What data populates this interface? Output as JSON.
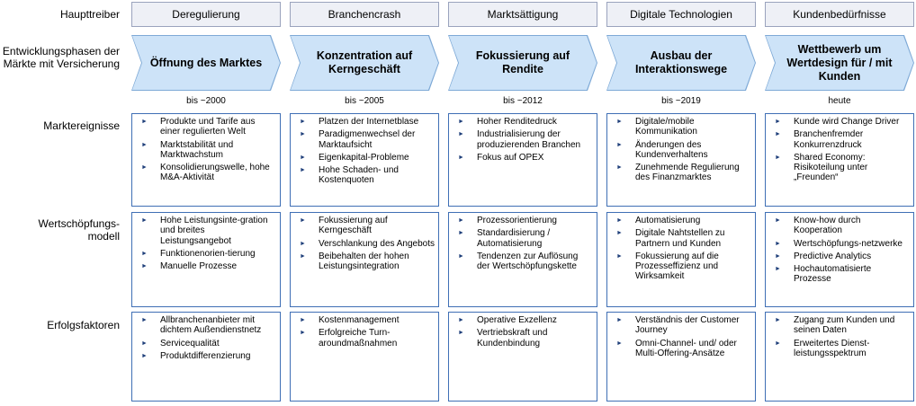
{
  "row_labels": {
    "drivers": "Haupttreiber",
    "phases": "Entwicklungsphasen der Märkte mit Versicherung",
    "events": "Marktereignisse",
    "value_chain": "Wertschöpfungs-modell",
    "success": "Erfolgsfaktoren"
  },
  "columns": [
    {
      "driver": "Deregulierung",
      "phase": "Öffnung des Marktes",
      "year": "bis ~2000",
      "events": [
        "Produkte und Tarife aus einer regulierten Welt",
        "Marktstabilität und Marktwachstum",
        "Konsolidierungswelle, hohe M&A-Aktivität"
      ],
      "value_chain": [
        "Hohe Leistungsinte-gration und breites Leistungsangebot",
        "Funktionenorien-tierung",
        "Manuelle Prozesse"
      ],
      "success": [
        "Allbranchenanbieter mit dichtem Außendienstnetz",
        "Servicequalität",
        "Produktdifferenzierung"
      ]
    },
    {
      "driver": "Branchencrash",
      "phase": "Konzentration auf Kerngeschäft",
      "year": "bis ~2005",
      "events": [
        "Platzen der Internetblase",
        "Paradigmenwechsel der Marktaufsicht",
        "Eigenkapital-Probleme",
        "Hohe Schaden- und Kostenquoten"
      ],
      "value_chain": [
        "Fokussierung auf Kerngeschäft",
        "Verschlankung des Angebots",
        "Beibehalten der hohen Leistungsintegration"
      ],
      "success": [
        "Kostenmanagement",
        "Erfolgreiche Turn-aroundmaßnahmen"
      ]
    },
    {
      "driver": "Marktsättigung",
      "phase": "Fokussierung auf Rendite",
      "year": "bis ~2012",
      "events": [
        "Hoher Renditedruck",
        "Industrialisierung der produzierenden Branchen",
        "Fokus auf OPEX"
      ],
      "value_chain": [
        "Prozessorientierung",
        "Standardisierung / Automatisierung",
        "Tendenzen zur Auflösung der Wertschöpfungskette"
      ],
      "success": [
        "Operative Exzellenz",
        "Vertriebskraft und Kundenbindung"
      ]
    },
    {
      "driver": "Digitale Technologien",
      "phase": "Ausbau der Interaktionswege",
      "year": "bis ~2019",
      "events": [
        "Digitale/mobile Kommunikation",
        "Änderungen des Kundenverhaltens",
        "Zunehmende Regulierung des Finanzmarktes"
      ],
      "value_chain": [
        "Automatisierung",
        "Digitale Nahtstellen zu Partnern und Kunden",
        "Fokussierung auf die Prozesseffizienz und Wirksamkeit"
      ],
      "success": [
        "Verständnis der Customer Journey",
        "Omni-Channel- und/ oder Multi-Offering-Ansätze"
      ]
    },
    {
      "driver": "Kundenbedürfnisse",
      "phase": "Wettbewerb um Wertdesign für / mit Kunden",
      "year": "heute",
      "events": [
        "Kunde wird Change Driver",
        "Branchenfremder Konkurrenzdruck",
        "Shared Economy: Risikoteilung unter „Freunden“"
      ],
      "value_chain": [
        "Know-how durch Kooperation",
        "Wertschöpfungs-netzwerke",
        "Predictive Analytics",
        "Hochautomatisierte Prozesse"
      ],
      "success": [
        "Zugang zum Kunden und seinen Daten",
        "Erweitertes Dienst-leistungsspektrum"
      ]
    }
  ],
  "colors": {
    "chevron_fill": "#cde3f8",
    "chevron_border": "#8eb4dd",
    "box_border": "#3f6fb5",
    "driver_fill": "#eef0f6"
  },
  "bullet_icon": "triangle-right-icon"
}
